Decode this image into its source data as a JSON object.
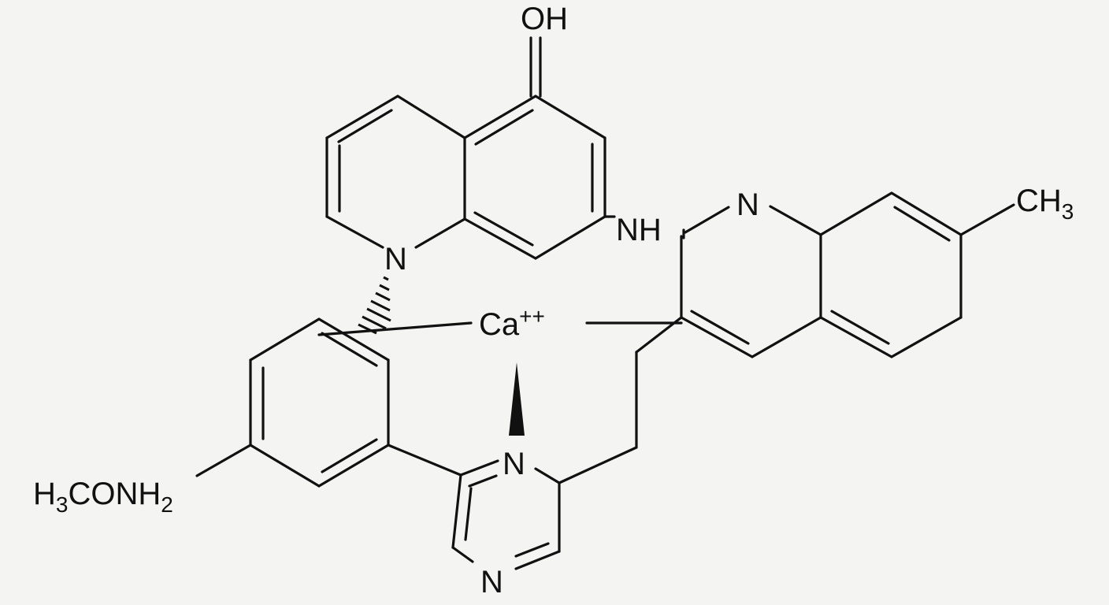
{
  "structure": {
    "labels": {
      "hydroxyl": "OH",
      "ring_n_left": "N",
      "amine_nh": "NH",
      "ring_n_right": "N",
      "methyl_base": "CH",
      "methyl_sub": "3",
      "metal": "Ca",
      "metal_charge": "++",
      "pyrazine_n_top": "N",
      "pyrazine_n_bottom": "N",
      "amide_base_1": "H",
      "amide_sub_1": "3",
      "amide_base_2": "CONH",
      "amide_sub_2": "2"
    }
  }
}
